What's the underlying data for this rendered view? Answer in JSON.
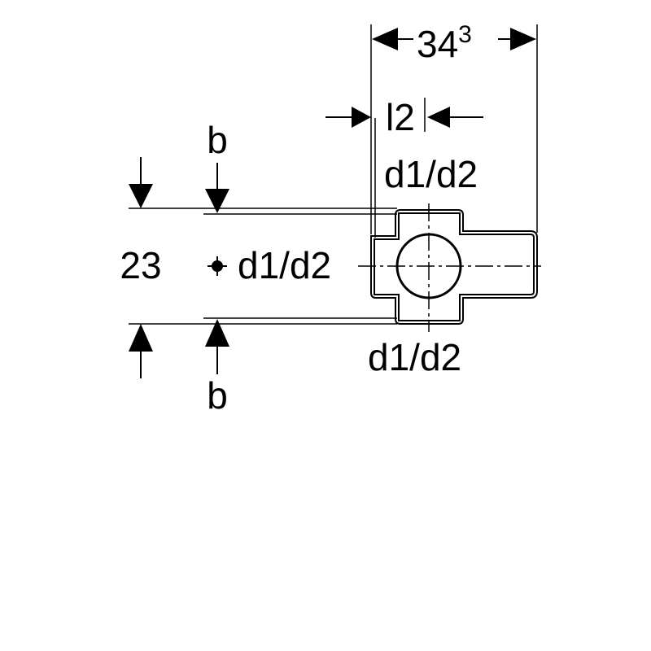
{
  "drawing": {
    "dim_width": {
      "value": "34",
      "superscript": "3"
    },
    "dim_offset": "l2",
    "dim_height": "23",
    "spacing_label_top": "b",
    "spacing_label_bottom": "b",
    "port_label_top": "d1/d2",
    "port_label_left": "d1/d2",
    "port_label_bottom": "d1/d2"
  },
  "colors": {
    "ink": "#000000",
    "background": "#ffffff"
  }
}
